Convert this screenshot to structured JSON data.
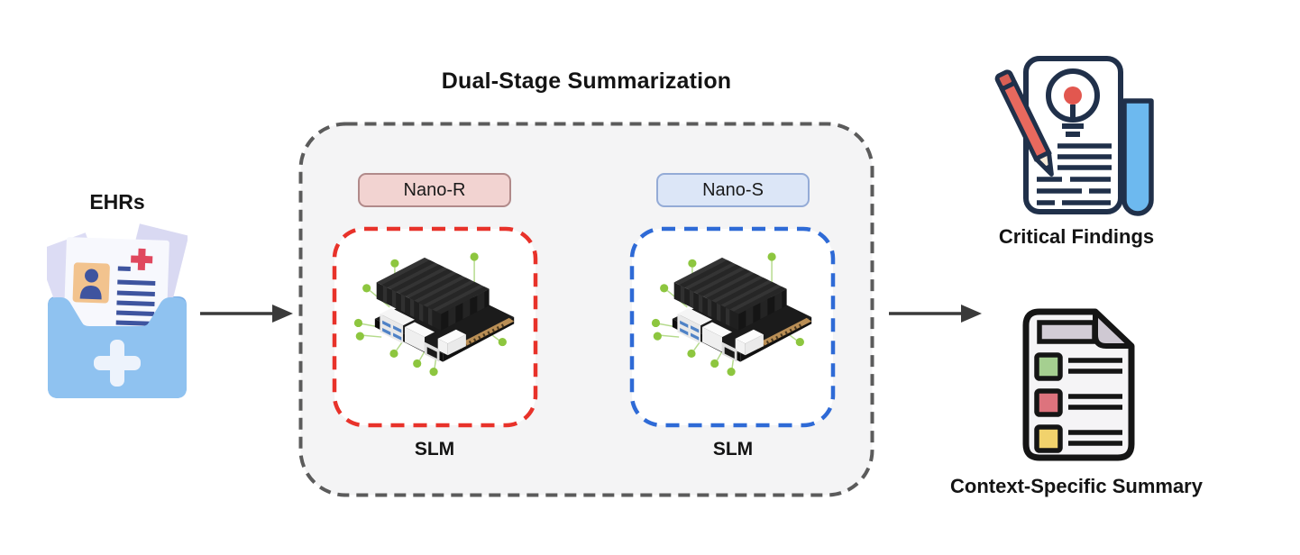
{
  "diagram": {
    "title": "Dual-Stage Summarization",
    "input": {
      "label": "EHRs",
      "icon": "ehr-folder-icon"
    },
    "stages": [
      {
        "chip_label": "Nano-R",
        "device_label": "SLM",
        "accent": "#e8322a",
        "chip_bg": "#f2d3d1",
        "chip_border": "#b18a8a",
        "board_icon": "jetson-nano-board-icon"
      },
      {
        "chip_label": "Nano-S",
        "device_label": "SLM",
        "accent": "#2e6ad6",
        "chip_bg": "#dce6f7",
        "chip_border": "#94abd6",
        "board_icon": "jetson-nano-board-icon"
      }
    ],
    "outputs": [
      {
        "label": "Critical Findings",
        "icon": "report-lightbulb-pencil-icon"
      },
      {
        "label": "Context-Specific Summary",
        "icon": "checklist-document-icon"
      }
    ],
    "colors": {
      "container_border": "#5b5b5b",
      "container_bg": "#f4f4f5",
      "arrow": "#3a3a3a",
      "stage1_accent": "#e8322a",
      "stage2_accent": "#2e6ad6",
      "callout_green": "#8dc63f",
      "folder_blue": "#8fc2f0",
      "tube_blue": "#6db9ef",
      "pencil_red": "#e8695e"
    }
  }
}
